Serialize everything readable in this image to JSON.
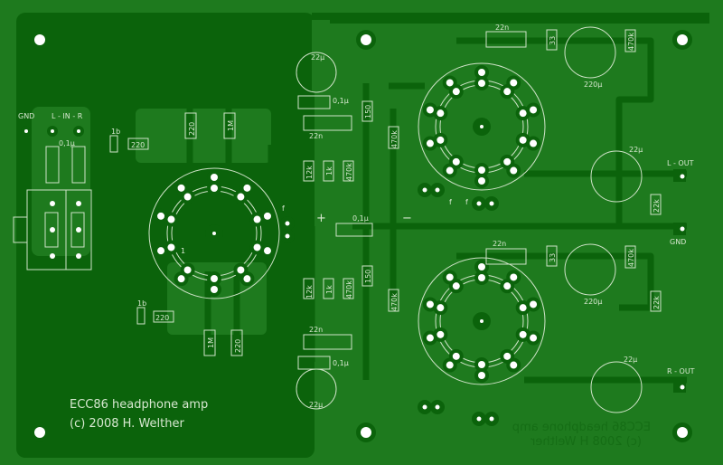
{
  "board": {
    "title": "ECC86 headphone amp",
    "copyright": "(c) 2008 H. Welther",
    "mirrored_title": "ECC86 headphone amp",
    "mirrored_copyright": "(c) 2008 H Welther",
    "colors": {
      "board": "#1e7a1e",
      "copper": "#0b630b",
      "silkscreen": "#d7e8d0",
      "drill": "#ffffff"
    }
  },
  "input": {
    "gnd": "GND",
    "lr": "L - IN - R",
    "cap": "0,1µ"
  },
  "labels": {
    "in_1b_top": "1b",
    "r_in_top": "220",
    "r220_top": "220",
    "r1m_top": "1M",
    "in_1b_bot": "1b",
    "r_in_bot": "220",
    "r1m_bot": "1M",
    "r220_bot": "220",
    "c22u_top": "22µ",
    "c01_top": "0,1µ",
    "c22n_top": "22n",
    "r12k_top": "12k",
    "r1k_top": "1k",
    "r470k_top": "470k",
    "r150_top": "150",
    "r470k2_top": "470k",
    "plus": "+",
    "minus": "−",
    "c01_mid": "0,1µ",
    "r12k_bot": "12k",
    "r1k_bot": "1k",
    "r470k_bot": "470k",
    "r150_bot": "150",
    "r470k2_bot": "470k",
    "c22n_bot": "22n",
    "c01_bot": "0,1µ",
    "c22u_bot": "22µ",
    "c22n_r1": "22n",
    "r33_1": "33",
    "r470k_r1": "470k",
    "c220u_1": "220µ",
    "c22u_out1": "22µ",
    "lout": "L - OUT",
    "r22k_1": "22k",
    "gnd_out": "GND",
    "c22n_r2": "22n",
    "r33_2": "33",
    "r470k_r2": "470k",
    "c220u_2": "220µ",
    "r22k_2": "22k",
    "c22u_out2": "22µ",
    "rout": "R - OUT",
    "f": "f",
    "pin1": "1"
  }
}
